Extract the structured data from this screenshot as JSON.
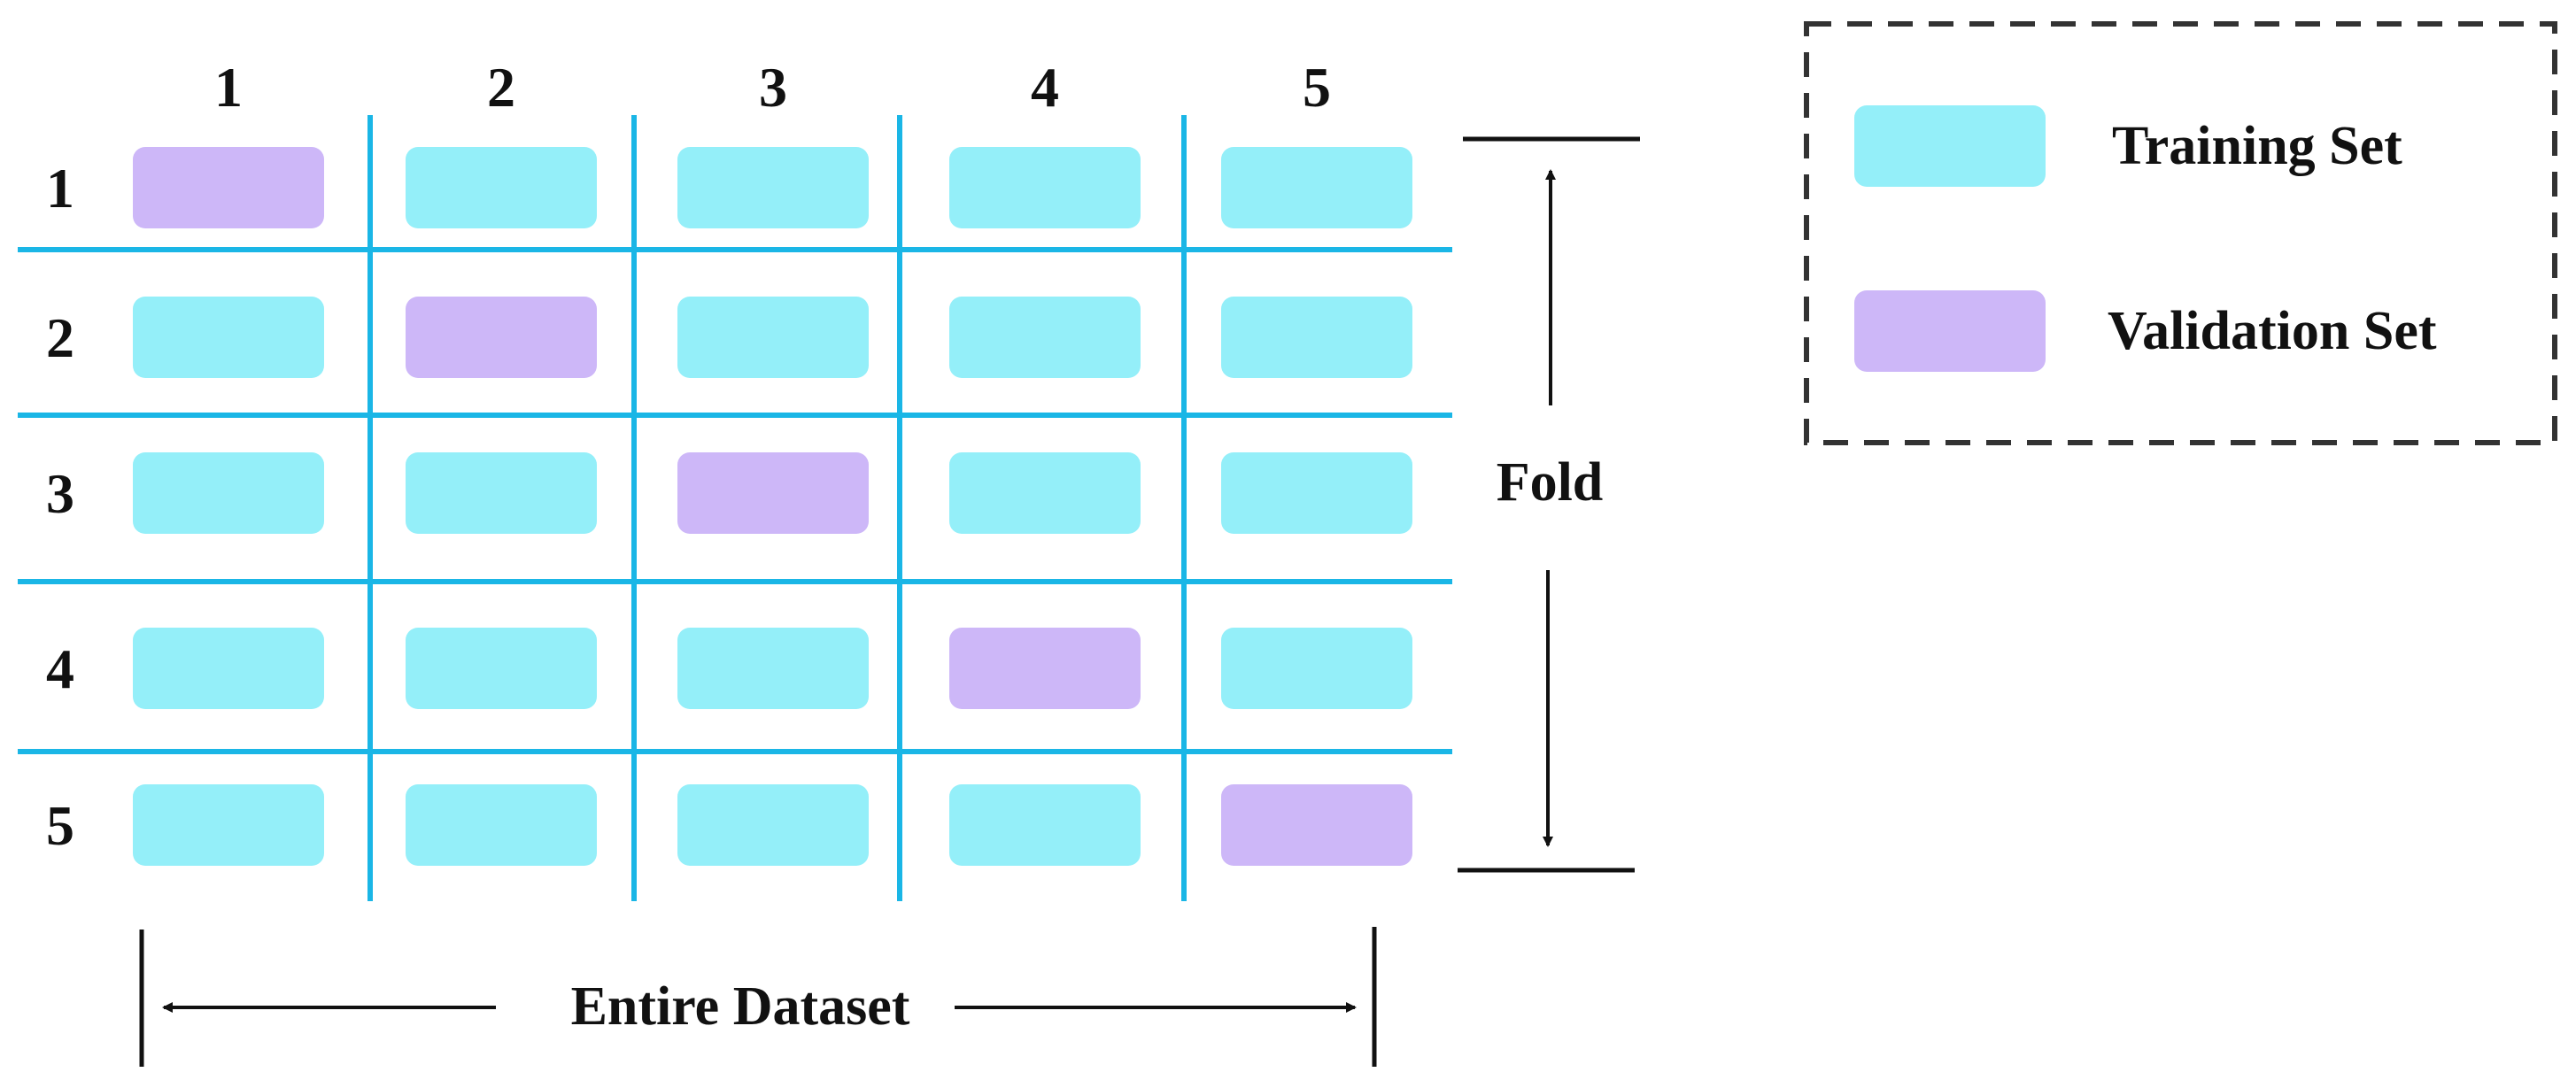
{
  "columns": [
    "1",
    "2",
    "3",
    "4",
    "5"
  ],
  "rows": [
    "1",
    "2",
    "3",
    "4",
    "5"
  ],
  "validation_index_by_row": [
    0,
    1,
    2,
    3,
    4
  ],
  "colors": {
    "training": "#94EFF9",
    "validation": "#CDB7F8",
    "grid": "#1AB6E6",
    "text": "#111111",
    "legend_border": "#333333"
  },
  "labels": {
    "fold": "Fold",
    "entire_dataset": "Entire Dataset"
  },
  "legend": {
    "items": [
      {
        "label": "Training Set",
        "kind": "training"
      },
      {
        "label": "Validation Set",
        "kind": "validation"
      }
    ]
  }
}
